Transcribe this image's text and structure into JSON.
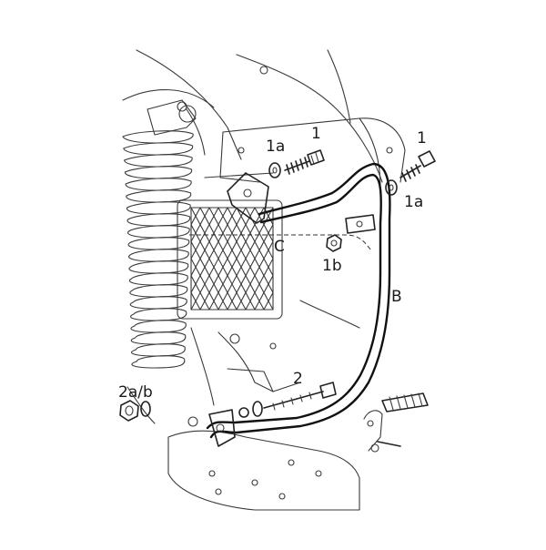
{
  "labels": {
    "l1_left": "1",
    "l1a_left": "1a",
    "l1_right": "1",
    "l1a_right": "1a",
    "lC": "C",
    "l1b": "1b",
    "lB": "B",
    "l2": "2",
    "l2ab": "2a/b"
  },
  "colors": {
    "ink": "#1a1a1a",
    "paper": "#ffffff"
  }
}
